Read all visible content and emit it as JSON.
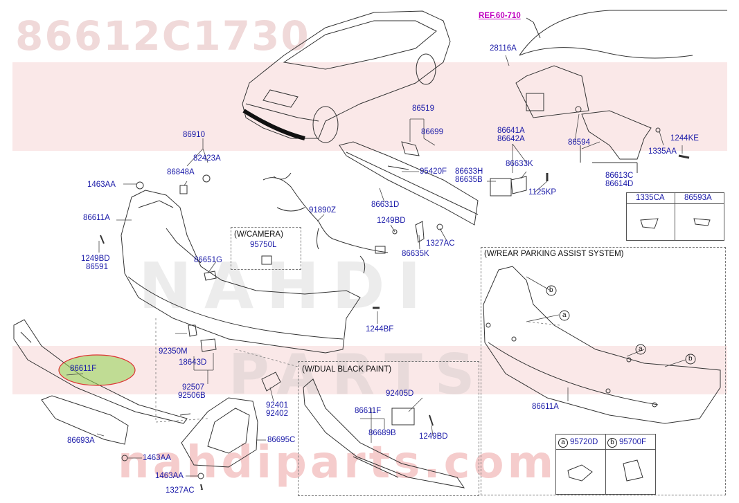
{
  "watermark": {
    "part_number": "86612C1730",
    "brand": "NAHDI",
    "brand2": "PARTS",
    "url": "nahdiparts.com"
  },
  "reference": "REF.60-710",
  "sections": {
    "camera": "(W/CAMERA)",
    "rear_parking": "(W/REAR PARKING ASSIST SYSTEM)",
    "dual_black": "(W/DUAL BLACK PAINT)"
  },
  "callouts": {
    "a": "a",
    "b": "b"
  },
  "labels": [
    {
      "id": "28116A",
      "text": "28116A"
    },
    {
      "id": "86519",
      "text": "86519"
    },
    {
      "id": "86699",
      "text": "86699"
    },
    {
      "id": "86641A",
      "text": "86641A"
    },
    {
      "id": "86642A",
      "text": "86642A"
    },
    {
      "id": "86594",
      "text": "86594"
    },
    {
      "id": "1244KE",
      "text": "1244KE"
    },
    {
      "id": "1335AA",
      "text": "1335AA"
    },
    {
      "id": "86613C",
      "text": "86613C"
    },
    {
      "id": "86614D",
      "text": "86614D"
    },
    {
      "id": "86910",
      "text": "86910"
    },
    {
      "id": "82423A",
      "text": "82423A"
    },
    {
      "id": "86848A",
      "text": "86848A"
    },
    {
      "id": "1463AA_top",
      "text": "1463AA"
    },
    {
      "id": "95420F",
      "text": "95420F"
    },
    {
      "id": "86633K",
      "text": "86633K"
    },
    {
      "id": "86633H",
      "text": "86633H"
    },
    {
      "id": "86635B",
      "text": "86635B"
    },
    {
      "id": "1125KP",
      "text": "1125KP"
    },
    {
      "id": "91890Z",
      "text": "91890Z"
    },
    {
      "id": "86631D",
      "text": "86631D"
    },
    {
      "id": "86611A_left",
      "text": "86611A"
    },
    {
      "id": "1249BD_top",
      "text": "1249BD"
    },
    {
      "id": "1327AC_mid",
      "text": "1327AC"
    },
    {
      "id": "95750L",
      "text": "95750L"
    },
    {
      "id": "86635K",
      "text": "86635K"
    },
    {
      "id": "1249BD_left",
      "text": "1249BD"
    },
    {
      "id": "86591",
      "text": "86591"
    },
    {
      "id": "86651G",
      "text": "86651G"
    },
    {
      "id": "1244BF",
      "text": "1244BF"
    },
    {
      "id": "92350M",
      "text": "92350M"
    },
    {
      "id": "18643D",
      "text": "18643D"
    },
    {
      "id": "86611F_hl",
      "text": "86611F"
    },
    {
      "id": "92507",
      "text": "92507"
    },
    {
      "id": "92506B",
      "text": "92506B"
    },
    {
      "id": "92405D",
      "text": "92405D"
    },
    {
      "id": "86611F_dual",
      "text": "86611F"
    },
    {
      "id": "86689B",
      "text": "86689B"
    },
    {
      "id": "1249BD_dual",
      "text": "1249BD"
    },
    {
      "id": "92401",
      "text": "92401"
    },
    {
      "id": "92402",
      "text": "92402"
    },
    {
      "id": "86693A",
      "text": "86693A"
    },
    {
      "id": "86695C",
      "text": "86695C"
    },
    {
      "id": "1463AA_b1",
      "text": "1463AA"
    },
    {
      "id": "1463AA_b2",
      "text": "1463AA"
    },
    {
      "id": "1327AC_b",
      "text": "1327AC"
    },
    {
      "id": "86611A_right",
      "text": "86611A"
    }
  ],
  "clip_table": {
    "col1": "1335CA",
    "col2": "86593A"
  },
  "sensor_table": {
    "a_part": "95720D",
    "b_part": "95700F"
  },
  "colors": {
    "label": "#1a1aa8",
    "ref": "#c000c0",
    "highlight": "#8fd14f"
  }
}
